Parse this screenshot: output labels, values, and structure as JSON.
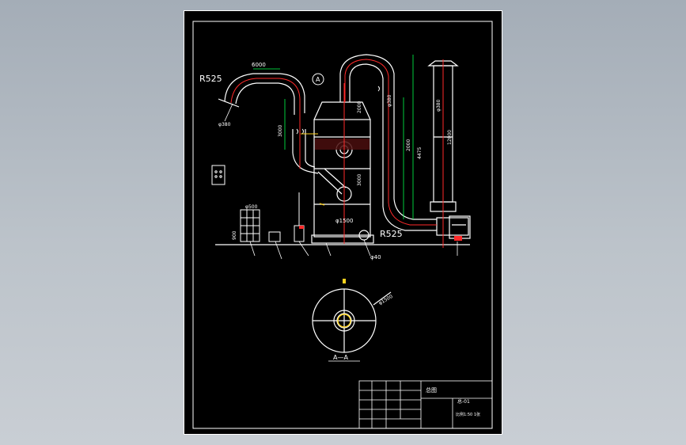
{
  "labels": {
    "bend_radius_left": "R525",
    "bend_radius_right": "R525",
    "dim_horizontal": "6000",
    "dim_vertical_left": "3000",
    "dim_inlet_dia": "φ380",
    "dim_tower_upper": "2000",
    "dim_tower_lower": "3000",
    "dim_riser": "2000",
    "dim_total": "4475",
    "dim_stack_dia": "φ380",
    "dim_stack_height": "12000",
    "dim_tower_dia": "φ1500",
    "dim_tank_width": "φ500",
    "dim_tank_height": "900",
    "dim_fan_pipe": "φ40",
    "section_dia": "φ1500",
    "detail_marker": "A",
    "section_label": "A—A"
  },
  "title_block": {
    "drawing_name": "总图",
    "drawing_no": "总-01",
    "scale_text": "比例1:50  1张"
  },
  "colors": {
    "background": "#000000",
    "line": "#ffffff",
    "centerline": "#ff2a2a",
    "dimension": "#00ff4c",
    "accent": "#ffd21f"
  }
}
